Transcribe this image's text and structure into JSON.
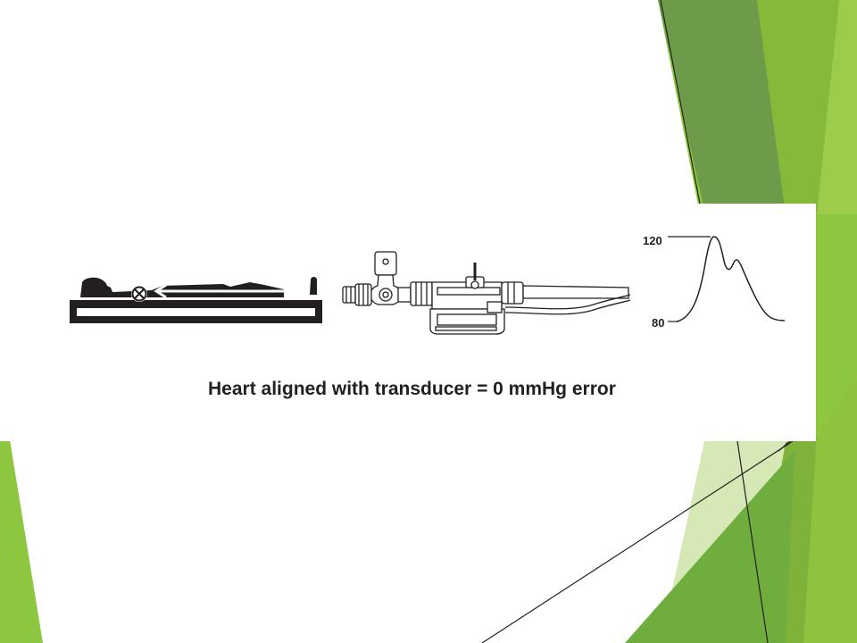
{
  "slide": {
    "caption": "Heart aligned with transducer = 0 mmHg error"
  },
  "figure": {
    "icons": {
      "patient": "patient-supine-icon",
      "heart_marker": "heart-crosshair-icon",
      "direction": "arrow-left-icon",
      "transducer": "pressure-transducer-icon"
    },
    "waveform": {
      "upper_label": "120",
      "lower_label": "80"
    }
  },
  "theme": {
    "accent_light": "#8dc63f",
    "accent_dark": "#5a8a3c",
    "ink": "#231f20"
  }
}
